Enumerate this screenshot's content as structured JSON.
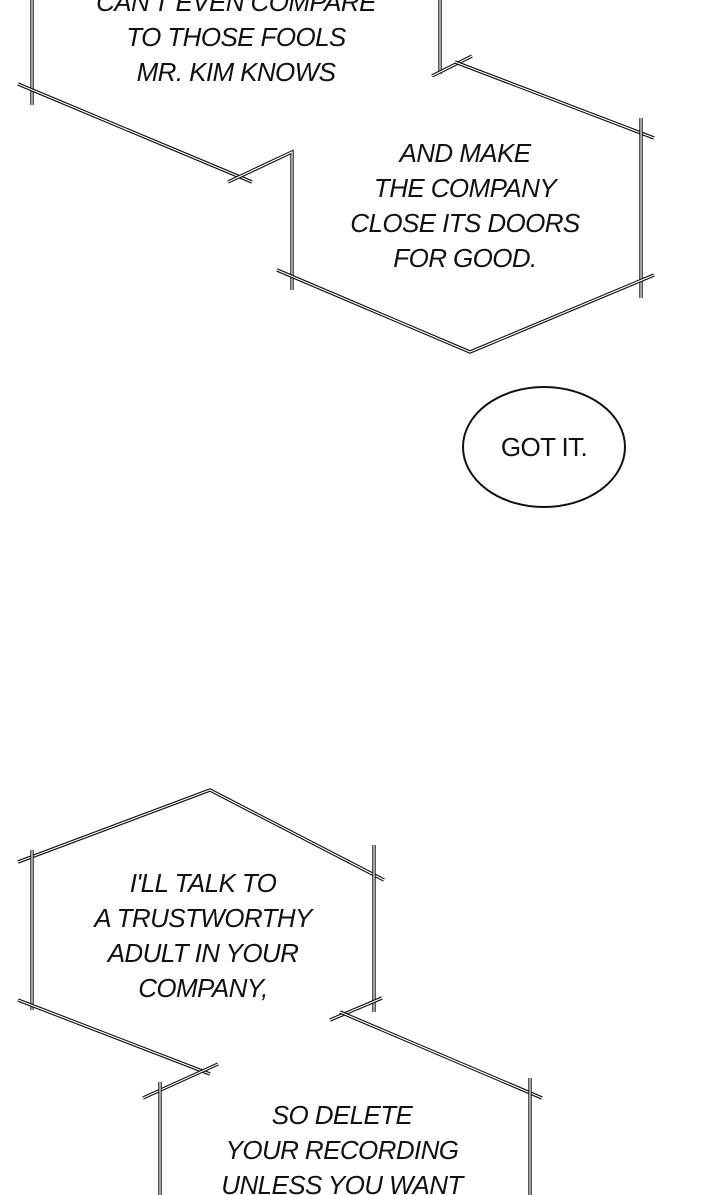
{
  "bubbles": [
    {
      "shape": "hexagon",
      "lines": [
        "CAN'T EVEN COMPARE",
        "TO THOSE FOOLS",
        "MR. KIM KNOWS"
      ]
    },
    {
      "shape": "hexagon",
      "lines": [
        "AND MAKE",
        "THE COMPANY",
        "CLOSE ITS DOORS",
        "FOR GOOD."
      ]
    },
    {
      "shape": "ellipse",
      "lines": [
        "GOT IT."
      ]
    },
    {
      "shape": "hexagon",
      "lines": [
        "I'LL TALK TO",
        "A TRUSTWORTHY",
        "ADULT IN YOUR",
        "COMPANY,"
      ]
    },
    {
      "shape": "hexagon",
      "lines": [
        "SO DELETE",
        "YOUR RECORDING",
        "UNLESS YOU WANT"
      ]
    }
  ],
  "colors": {
    "ink": "#111111",
    "background": "#ffffff"
  }
}
